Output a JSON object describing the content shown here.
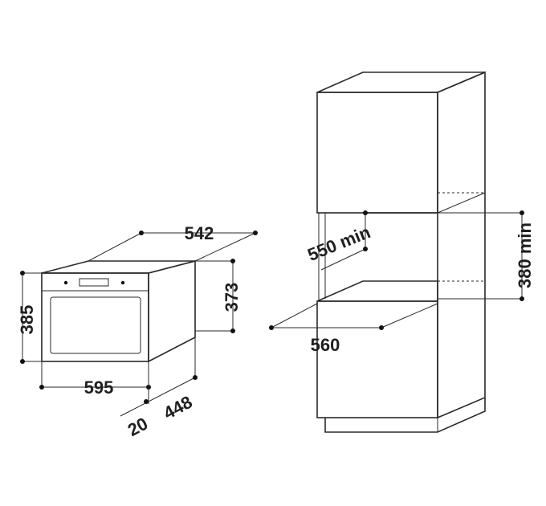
{
  "dimensions": {
    "oven_width": "542",
    "oven_height_total": "385",
    "oven_height_inner": "373",
    "oven_front_width": "595",
    "front_depth": "20",
    "oven_depth": "448",
    "cabinet_height_min": "550 min",
    "cabinet_width": "560",
    "cabinet_depth_min": "380 min"
  },
  "colors": {
    "line": "#2a2a2a",
    "oven_panel": "#e9e9e9",
    "oven_window": "#b9b9b9"
  }
}
